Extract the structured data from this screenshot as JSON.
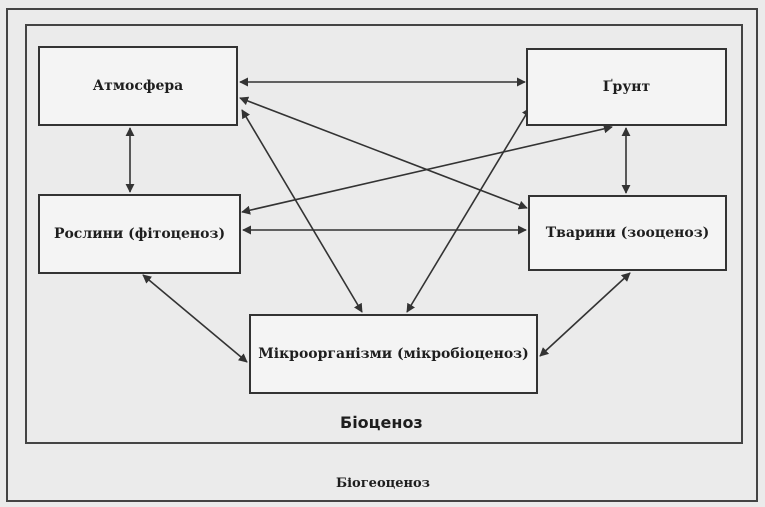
{
  "nodes": {
    "atmosphere": "Атмосфера",
    "soil": "Ґрунт",
    "plants": "Рослини (фітоценоз)",
    "animals": "Тварини (зооценоз)",
    "microorganisms": "Мікроорганізми (мікробіоценоз)"
  },
  "captions": {
    "biocenosis": "Біоценоз",
    "biogeocenosis": "Біогеоценоз"
  },
  "links": [
    [
      "atmosphere",
      "soil"
    ],
    [
      "atmosphere",
      "plants"
    ],
    [
      "atmosphere",
      "animals"
    ],
    [
      "atmosphere",
      "microorganisms"
    ],
    [
      "soil",
      "plants"
    ],
    [
      "soil",
      "animals"
    ],
    [
      "soil",
      "microorganisms"
    ],
    [
      "plants",
      "animals"
    ],
    [
      "plants",
      "microorganisms"
    ],
    [
      "animals",
      "microorganisms"
    ]
  ],
  "colors": {
    "line": "#333333",
    "background": "#ebebeb"
  }
}
